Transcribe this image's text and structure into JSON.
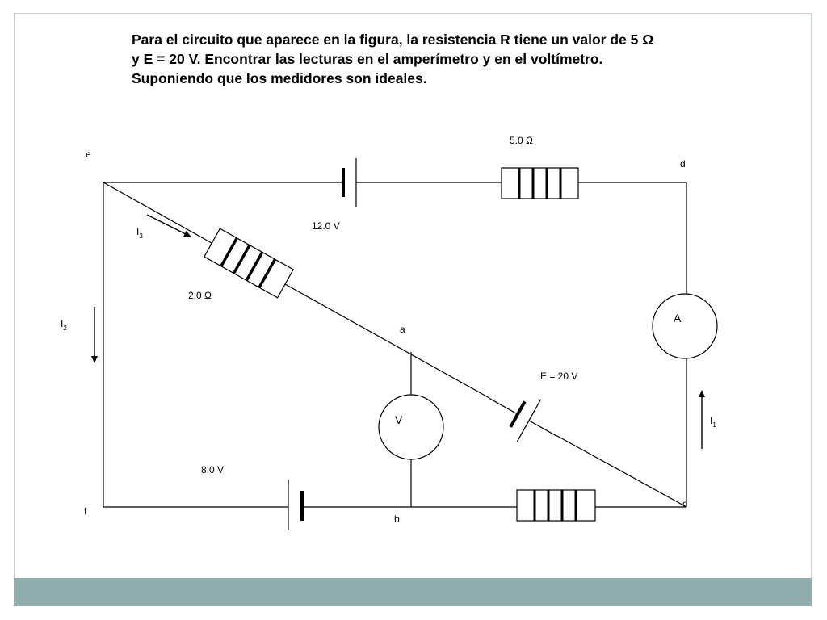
{
  "problem": {
    "text": "Para el circuito que aparece en la figura, la resistencia R tiene un valor de 5 Ω y E = 20 V.  Encontrar  las lecturas en el amperímetro y en el voltímetro. Suponiendo que los medidores son ideales."
  },
  "nodes": {
    "e": "e",
    "d": "d",
    "a": "a",
    "b": "b",
    "c": "c",
    "f": "f"
  },
  "components": {
    "resistor_top": "5.0 Ω",
    "resistor_diag": "2.0 Ω",
    "battery_top": "12.0 V",
    "battery_bottom": "8.0 V",
    "battery_diag": "E = 20 V",
    "ammeter": "A",
    "voltmeter": "V"
  },
  "currents": {
    "i1": {
      "base": "I",
      "sub": "1"
    },
    "i2": {
      "base": "I",
      "sub": "2"
    },
    "i3": {
      "base": "I",
      "sub": "3"
    }
  },
  "colors": {
    "footer": "#8fadae",
    "wire": "#000000"
  }
}
